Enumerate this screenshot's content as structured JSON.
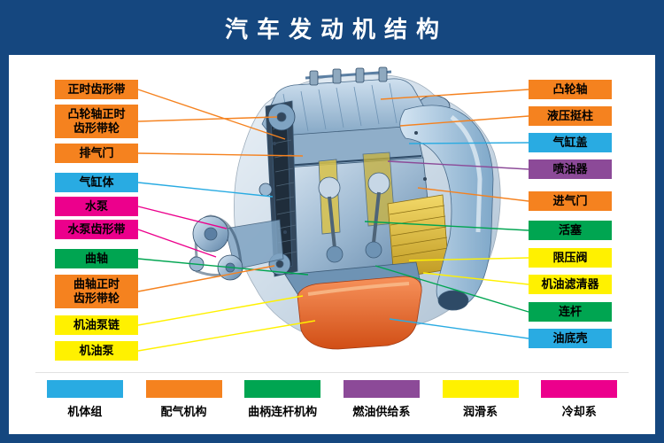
{
  "title": "汽车发动机结构",
  "palette": {
    "navy": "#15477F",
    "orange": "#F5821F",
    "blue": "#29ABE2",
    "magenta": "#EC008C",
    "green": "#00A551",
    "yellow": "#FFF100",
    "purple": "#8C4A98"
  },
  "left_labels": [
    {
      "lines": [
        "正时齿形带"
      ],
      "color": "#F5821F"
    },
    {
      "lines": [
        "凸轮轴正时",
        "齿形带轮"
      ],
      "color": "#F5821F"
    },
    {
      "lines": [
        "排气门"
      ],
      "color": "#F5821F"
    },
    {
      "lines": [
        "气缸体"
      ],
      "color": "#29ABE2"
    },
    {
      "lines": [
        "水泵"
      ],
      "color": "#EC008C"
    },
    {
      "lines": [
        "水泵齿形带"
      ],
      "color": "#EC008C"
    },
    {
      "lines": [
        "曲轴"
      ],
      "color": "#00A551"
    },
    {
      "lines": [
        "曲轴正时",
        "齿形带轮"
      ],
      "color": "#F5821F"
    },
    {
      "lines": [
        "机油泵链"
      ],
      "color": "#FFF100"
    },
    {
      "lines": [
        "机油泵"
      ],
      "color": "#FFF100"
    }
  ],
  "right_labels": [
    {
      "lines": [
        "凸轮轴"
      ],
      "color": "#F5821F"
    },
    {
      "lines": [
        "液压挺柱"
      ],
      "color": "#F5821F"
    },
    {
      "lines": [
        "气缸盖"
      ],
      "color": "#29ABE2"
    },
    {
      "lines": [
        "喷油器"
      ],
      "color": "#8C4A98"
    },
    {
      "lines": [
        "进气门"
      ],
      "color": "#F5821F"
    },
    {
      "lines": [
        "活塞"
      ],
      "color": "#00A551"
    },
    {
      "lines": [
        "限压阀"
      ],
      "color": "#FFF100"
    },
    {
      "lines": [
        "机油滤清器"
      ],
      "color": "#FFF100"
    },
    {
      "lines": [
        "连杆"
      ],
      "color": "#00A551"
    },
    {
      "lines": [
        "油底壳"
      ],
      "color": "#29ABE2"
    }
  ],
  "legend": [
    {
      "label": "机体组",
      "color": "#29ABE2"
    },
    {
      "label": "配气机构",
      "color": "#F5821F"
    },
    {
      "label": "曲柄连杆机构",
      "color": "#00A551"
    },
    {
      "label": "燃油供给系",
      "color": "#8C4A98"
    },
    {
      "label": "润滑系",
      "color": "#FFF100"
    },
    {
      "label": "冷却系",
      "color": "#EC008C"
    }
  ]
}
